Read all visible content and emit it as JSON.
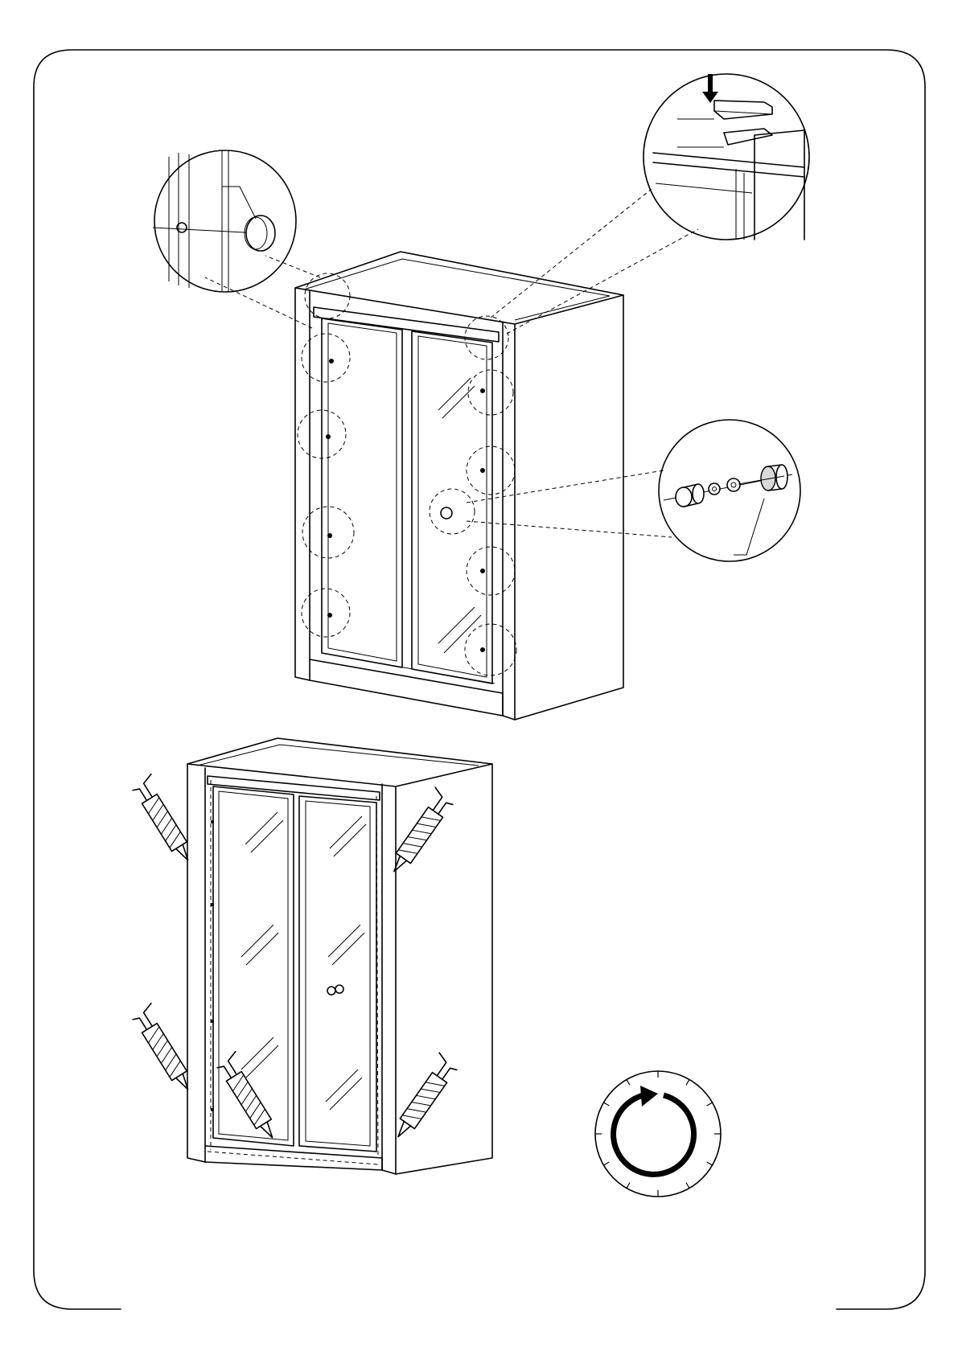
{
  "page": {
    "type": "assembly-instruction-sheet",
    "ink_color": "#000000",
    "paper_color": "#ffffff"
  },
  "step_top": {
    "subject": "wardrobe-with-sliding-doors-front-view",
    "callouts": [
      "knob-detail",
      "top-rail-cap-detail",
      "knob-fixing-hardware-detail"
    ],
    "knob_positions": 8
  },
  "step_bottom": {
    "subject": "wardrobe-sealant-application",
    "tool": "caulking-gun-icon",
    "application_points": 5
  },
  "timer": {
    "icon": "clockwise-rotation-icon",
    "dial_ticks": 12
  }
}
